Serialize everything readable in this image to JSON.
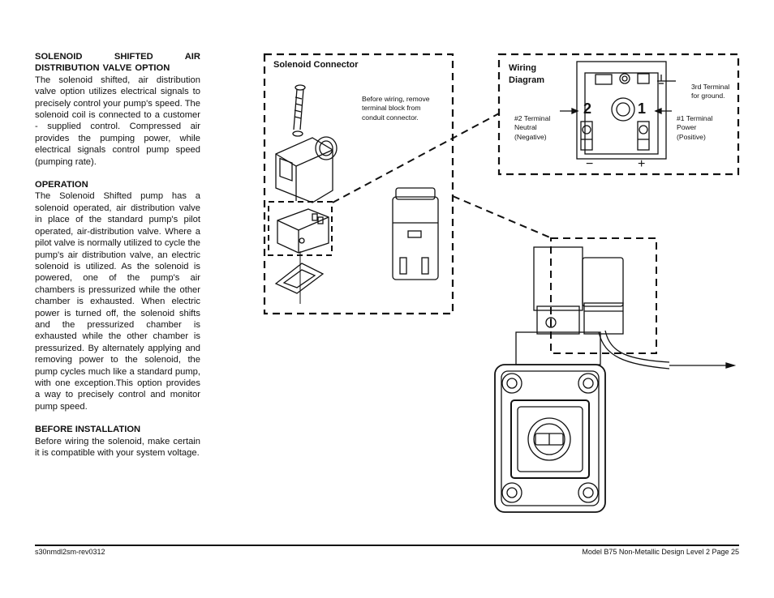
{
  "left_column": {
    "section1_title": "SOLENOID SHIFTED AIR DISTRIBUTION VALVE OPTION",
    "section1_body": "The solenoid shifted, air distribution valve option utilizes electrical signals to precisely control your pump's speed. The solenoid coil is connected to a customer - supplied control. Compressed air provides the pumping power, while electrical signals control pump speed (pumping rate).",
    "section2_title": "OPERATION",
    "section2_body": "The Solenoid Shifted pump has a solenoid operated, air distribution valve in place of the standard pump's pilot operated, air-distribution valve. Where a pilot valve is normally utilized to cycle the pump's air distribution valve, an electric solenoid is utilized. As the solenoid is powered, one of the pump's air chambers is pressurized while the other chamber is exhausted. When electric power is turned off, the solenoid shifts and the pressurized chamber is exhausted while the other chamber is pressurized. By alternately applying and removing power to the solenoid, the pump cycles much like a standard pump, with one exception.This option provides a way to precisely control and monitor pump speed.",
    "section3_title": "BEFORE INSTALLATION",
    "section3_body": "Before wiring the solenoid, make certain it is compatible with your system voltage."
  },
  "connector_box": {
    "title": "Solenoid Connector",
    "note": "Before wiring, remove terminal block from conduit connector."
  },
  "wiring_box": {
    "title_line1": "Wiring",
    "title_line2": "Diagram",
    "ground_line1": "3rd Terminal",
    "ground_line2": "for ground.",
    "neutral_line1": "#2 Terminal",
    "neutral_line2": "Neutral",
    "neutral_line3": "(Negative)",
    "power_line1": "#1 Terminal",
    "power_line2": "Power",
    "power_line3": "(Positive)",
    "terminal2": "2",
    "terminal1": "1",
    "minus": "−",
    "plus": "+"
  },
  "footer": {
    "left": "s30nmdl2sm-rev0312",
    "right": "Model B75 Non-Metallic Design Level 2 Page 25"
  }
}
